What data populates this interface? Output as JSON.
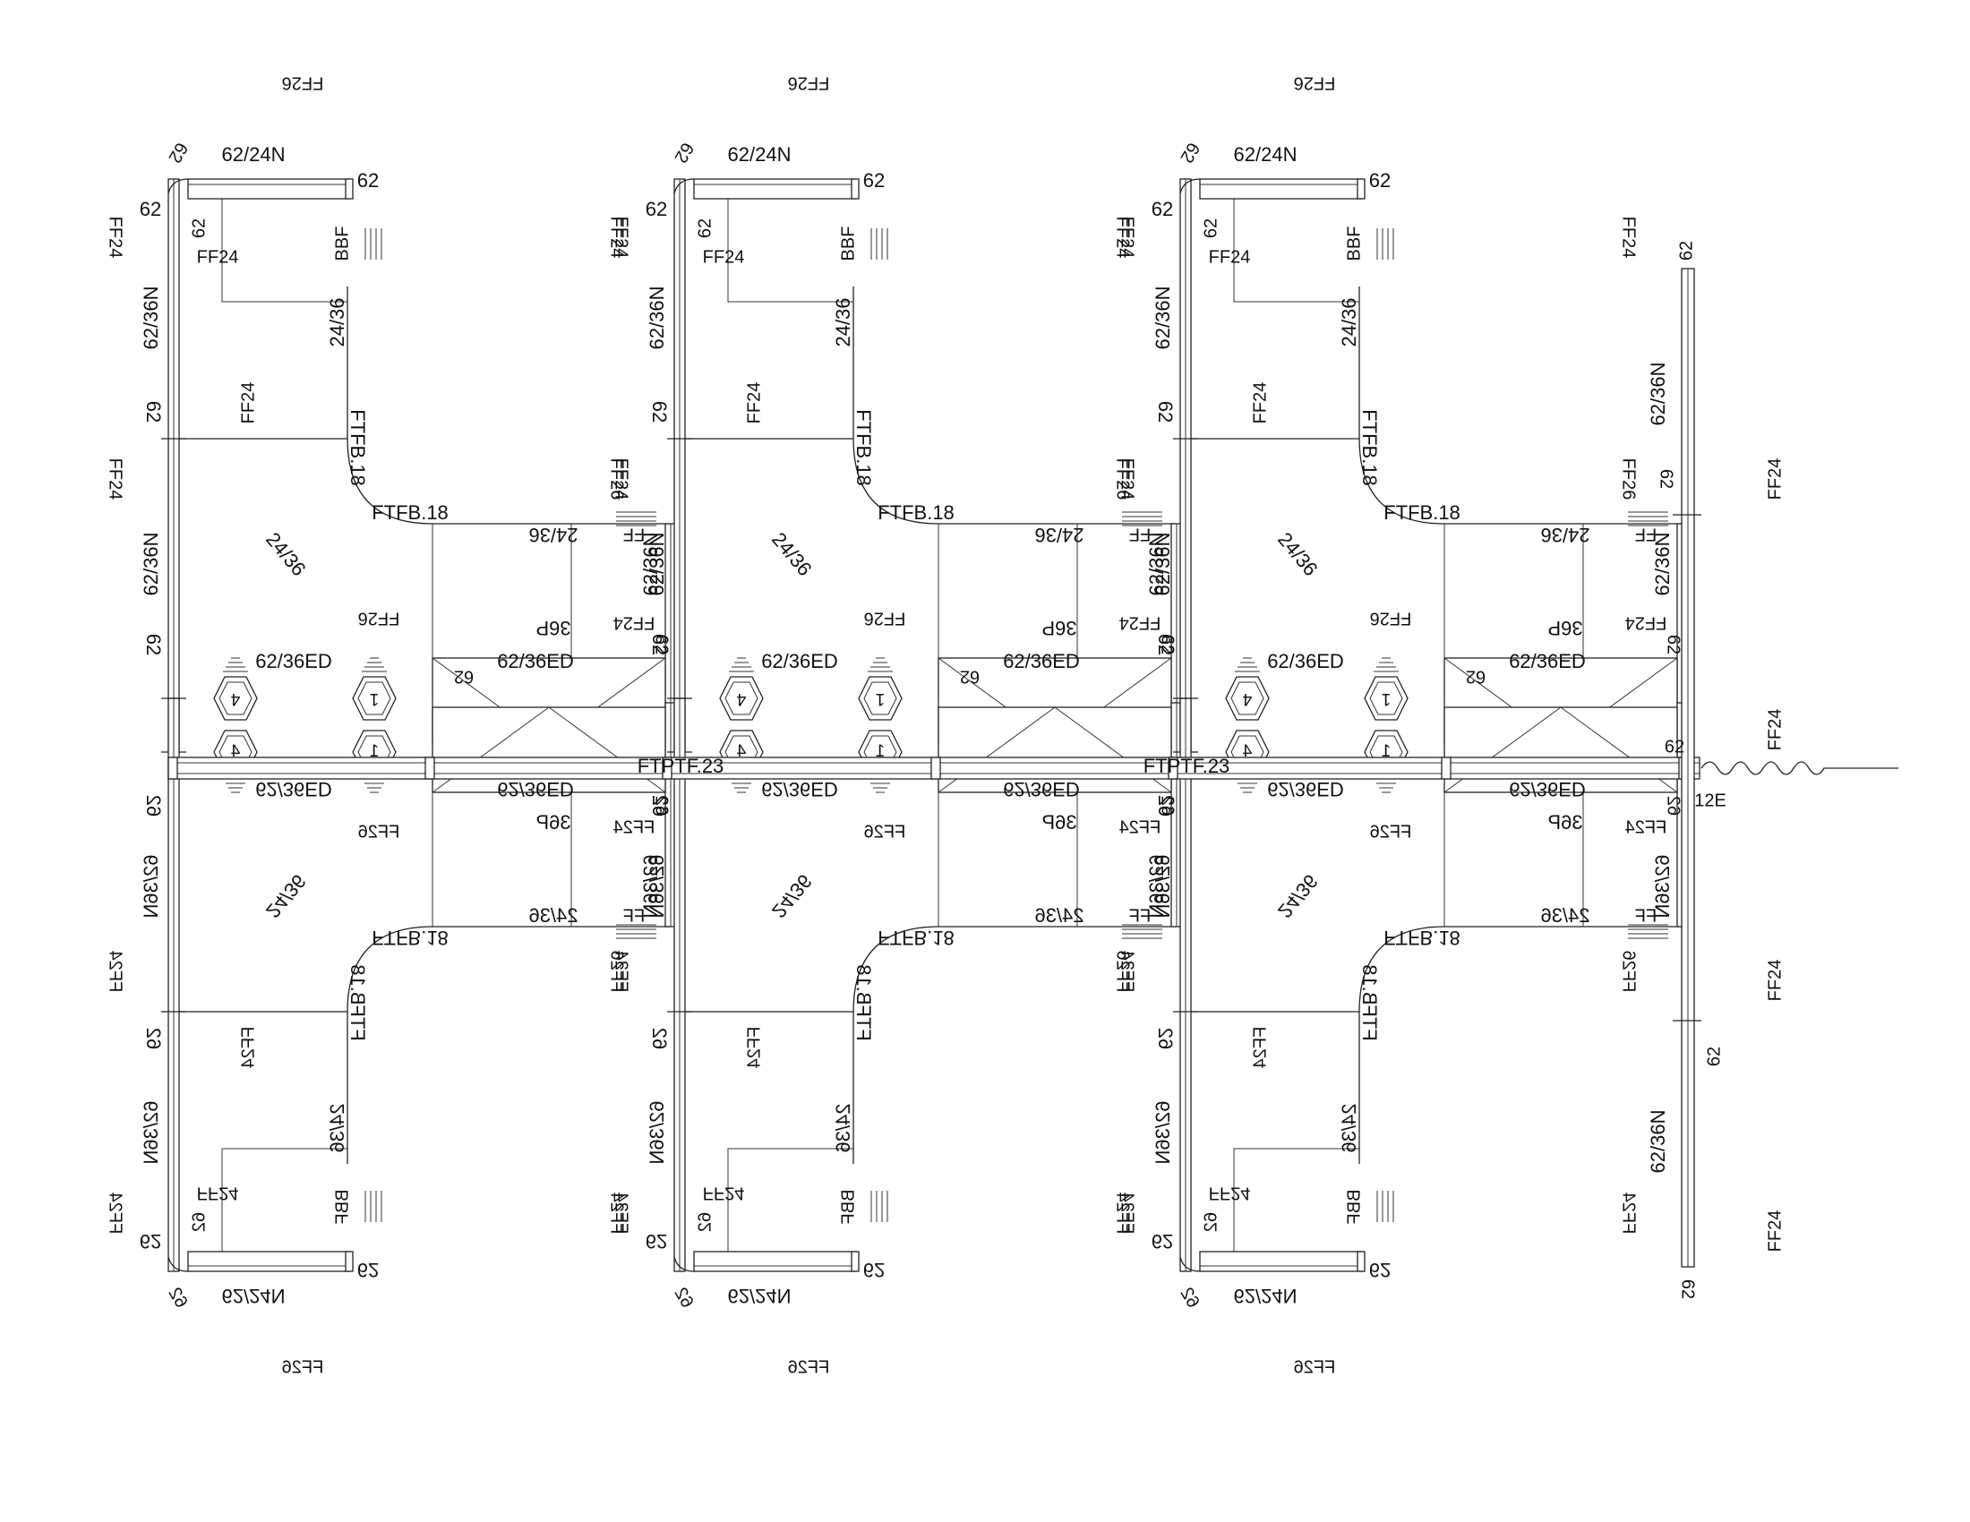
{
  "page": {
    "background": "#ffffff",
    "line_color": "#222222"
  },
  "labels": {
    "panel_62": "62",
    "panel_24n": "62/24N",
    "panel_36n": "62/36N",
    "panel_36ed": "62/36ED",
    "worksurface": "24/36",
    "ftfb": "FTFB.18",
    "ftptf": "FTPTF.23",
    "pedestal": "36P",
    "bbf": "BBF",
    "ff": "FF",
    "ff24": "FF24",
    "ff26": "FF26",
    "ff29": "FF29",
    "tag_4": "4",
    "tag_1": "1",
    "end_12e": "12E"
  },
  "icons": {
    "workstation_tag": "hexagon-tag-icon",
    "power_symbol": "power-entry-icon",
    "break_line": "break-line-icon"
  }
}
